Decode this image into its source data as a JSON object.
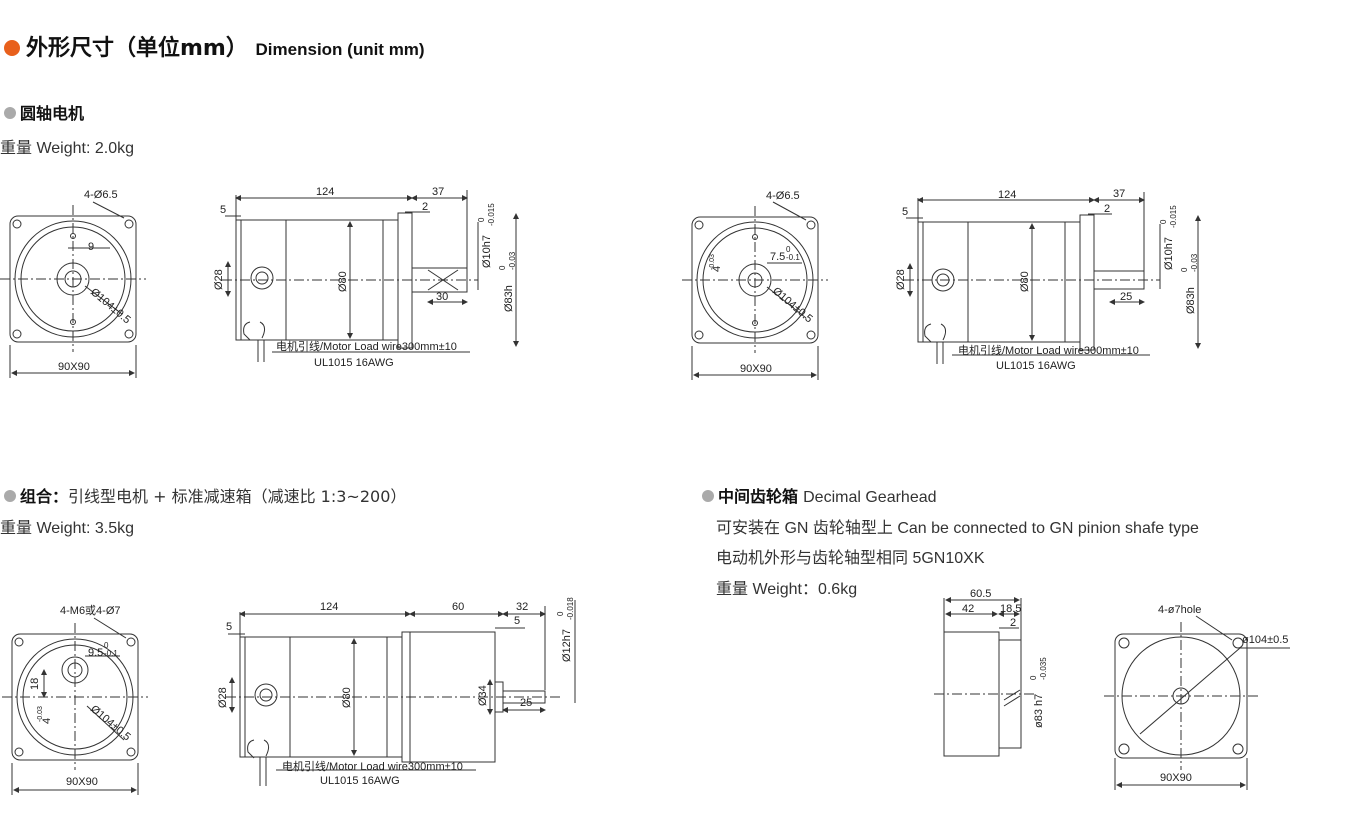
{
  "header": {
    "title_cn": "外形尺寸（单位mm）",
    "title_en": "Dimension (unit mm)",
    "accent_color": "#e8601c"
  },
  "section_round_shaft": {
    "title": "圆轴电机",
    "weight": "重量 Weight: 2.0kg"
  },
  "section_combo": {
    "title_bold": "组合：",
    "title_rest": "引线型电机 + 标准减速箱（减速比 1:3~200）",
    "weight": "重量 Weight: 3.5kg"
  },
  "section_gearhead": {
    "title_bold": "中间齿轮箱",
    "title_rest": "Decimal Gearhead",
    "line1": "可安装在 GN 齿轮轴型上 Can be connected to GN pinion shafe type",
    "line2": "电动机外形与齿轮轴型相同 5GN10XK",
    "weight": "重量 Weight：0.6kg"
  },
  "labels": {
    "holes_65": "4-Ø6.5",
    "dim_9": "9",
    "dim_104": "Ø104±0.5",
    "dim_90x90": "90X90",
    "dim_124": "124",
    "dim_37": "37",
    "dim_5": "5",
    "dim_2": "2",
    "dim_28": "Ø28",
    "dim_80": "Ø80",
    "dim_30": "30",
    "dim_25": "25",
    "dim_10h7": "Ø10h7",
    "dim_83h": "Ø83h",
    "tol_0": "0",
    "tol_0015": "-0.015",
    "tol_003": "-0.03",
    "wire": "电机引线/Motor Load wire300mm±10",
    "ul": "UL1015 16AWG",
    "dim_75": "7.5",
    "tol_01": "-0.1",
    "dim_4": "4",
    "tol_003b": "-0.03",
    "holes_m6": "4-M6或4-Ø7",
    "dim_95": "9.5",
    "dim_18": "18",
    "dim_60": "60",
    "dim_32": "32",
    "dim_12h7": "Ø12h7",
    "tol_0018": "-0.018",
    "dim_34": "Ø34",
    "dim_605": "60.5",
    "dim_42": "42",
    "dim_185": "18.5",
    "dim_83h7": "ø83 h7",
    "tol_0035": "-0.035",
    "holes_7": "4-ø7hole",
    "dim_104b": "ø104±0.5"
  }
}
